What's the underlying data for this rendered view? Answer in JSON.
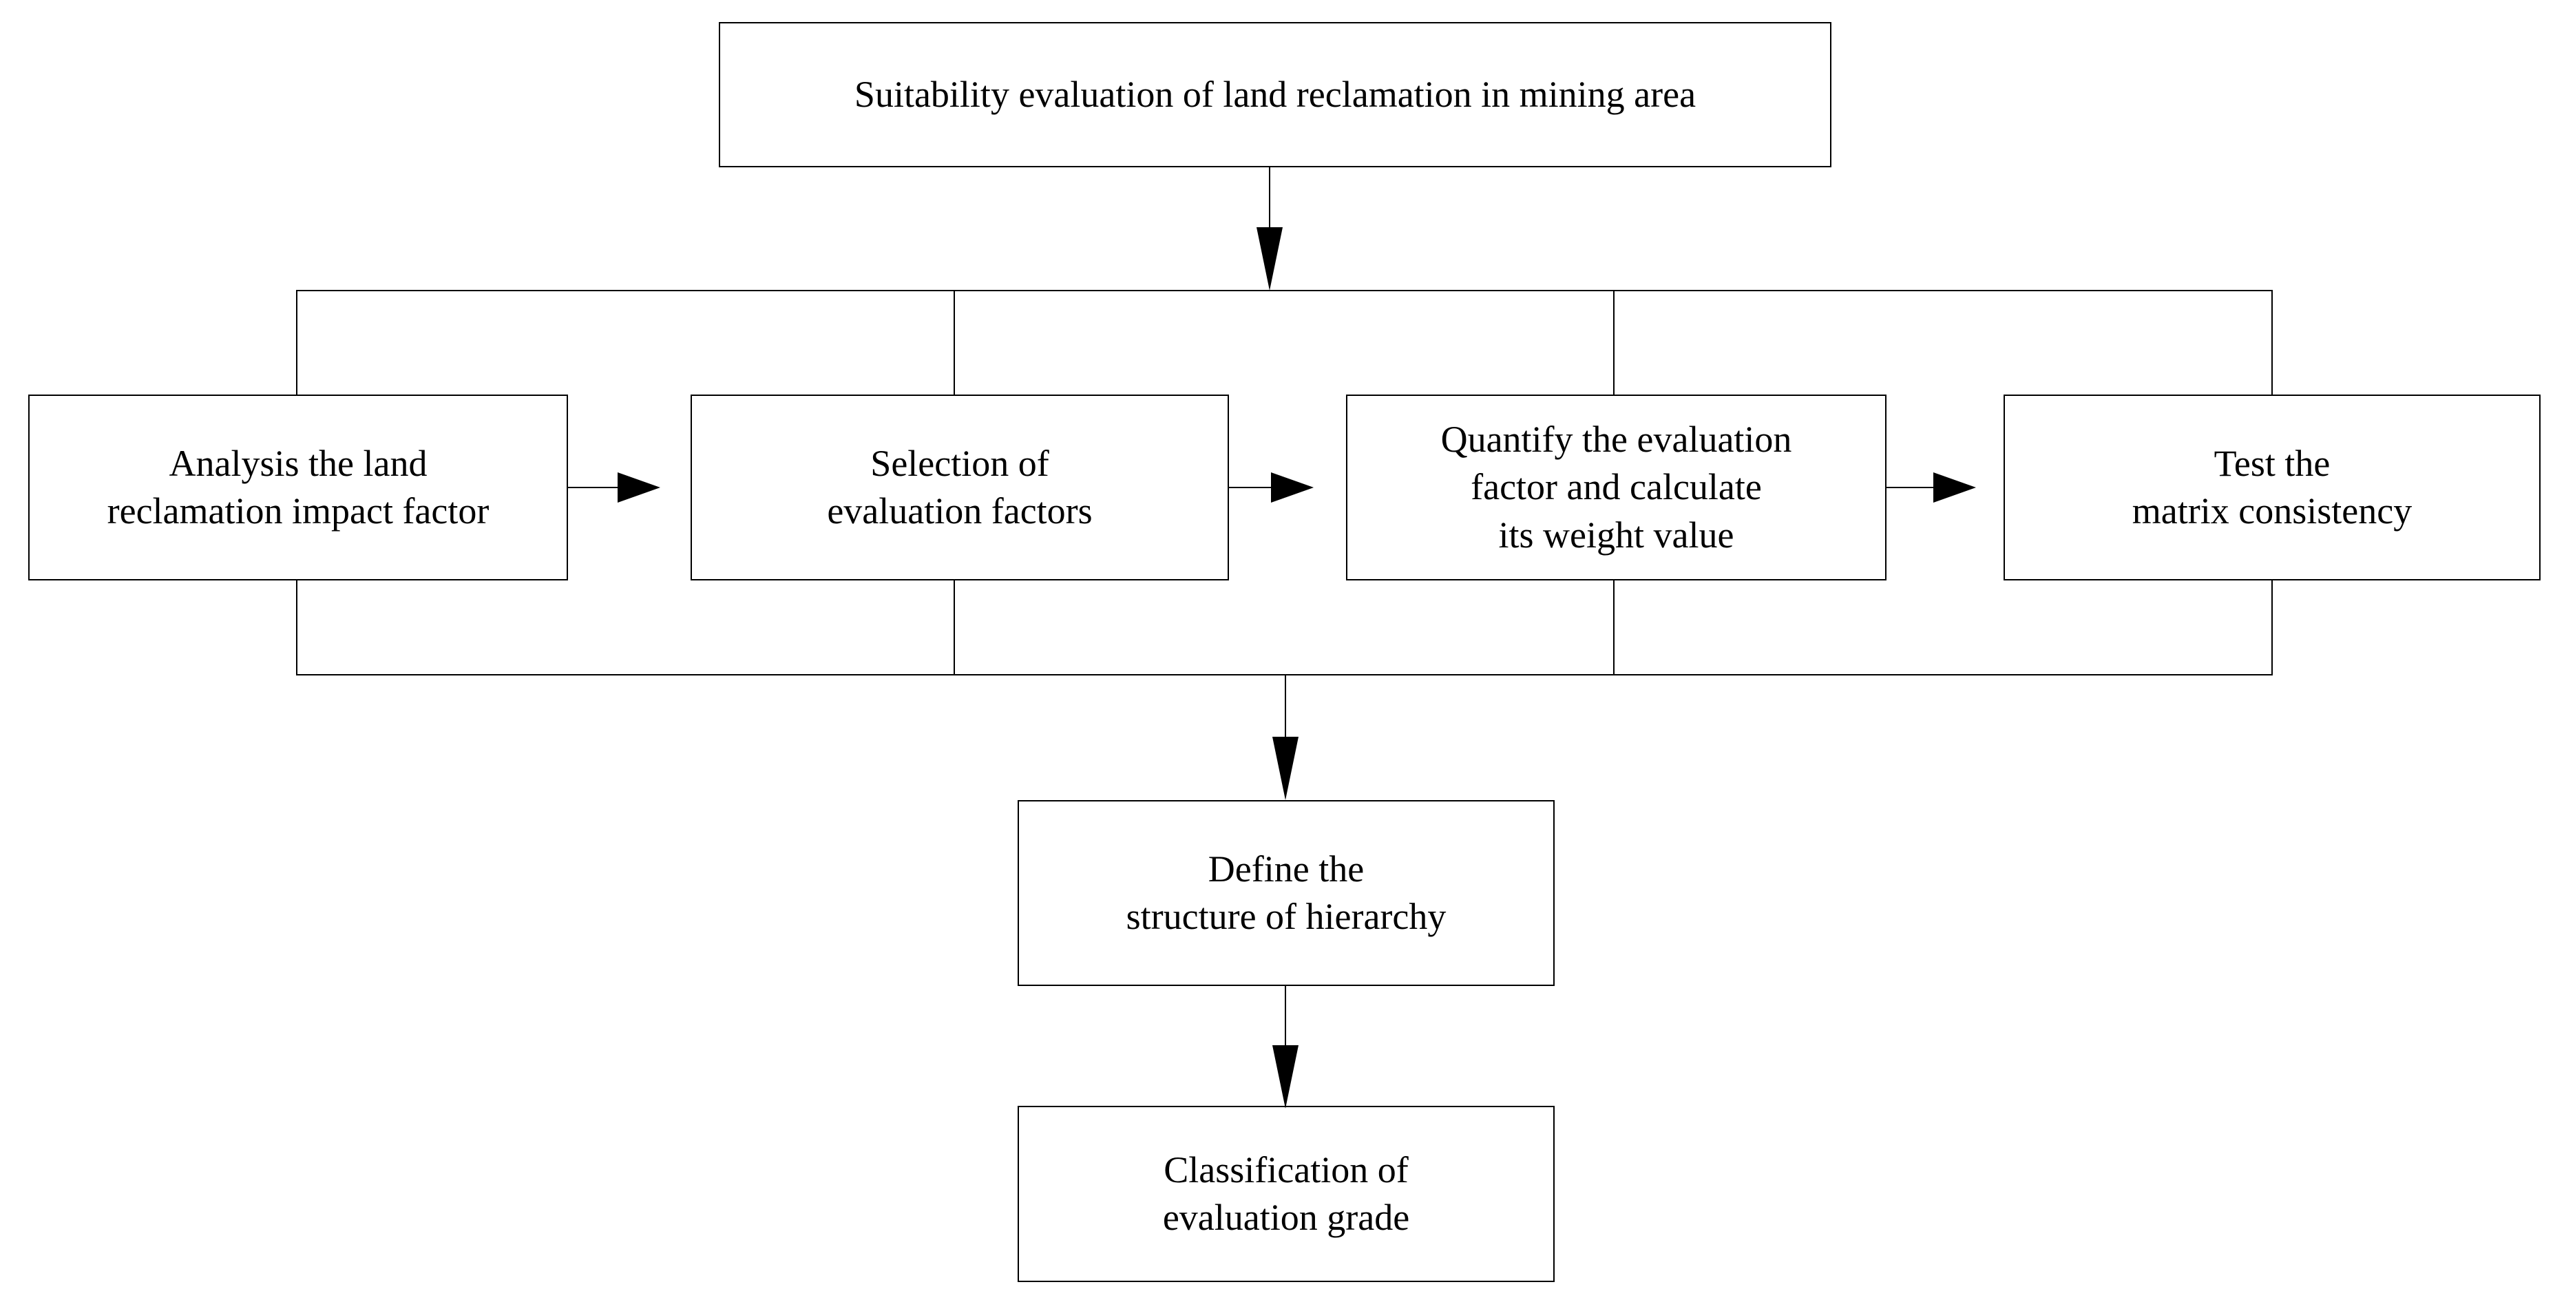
{
  "diagram": {
    "title": "Suitability evaluation of land reclamation in mining area flowchart",
    "background_color": "#ffffff",
    "line_color": "#000000",
    "text_color": "#000000",
    "nodes": {
      "root": {
        "label": "Suitability evaluation of land reclamation in mining area"
      },
      "step1": {
        "label": "Analysis the land\nreclamation impact factor"
      },
      "step2": {
        "label": "Selection of\nevaluation factors"
      },
      "step3": {
        "label": "Quantify the evaluation\nfactor and calculate\nits weight value"
      },
      "step4": {
        "label": "Test the\nmatrix consistency"
      },
      "hierarchy": {
        "label": "Define the\nstructure of hierarchy"
      },
      "grade": {
        "label": "Classification of\nevaluation grade"
      }
    },
    "connectors": [
      {
        "from": "root",
        "to": "step-group",
        "style": "arrow-down"
      },
      {
        "from": "step1",
        "to": "step2",
        "style": "arrow-right"
      },
      {
        "from": "step2",
        "to": "step3",
        "style": "arrow-right"
      },
      {
        "from": "step3",
        "to": "step4",
        "style": "arrow-right"
      },
      {
        "from": "step-group",
        "to": "hierarchy",
        "style": "arrow-down"
      },
      {
        "from": "hierarchy",
        "to": "grade",
        "style": "arrow-down"
      }
    ]
  }
}
